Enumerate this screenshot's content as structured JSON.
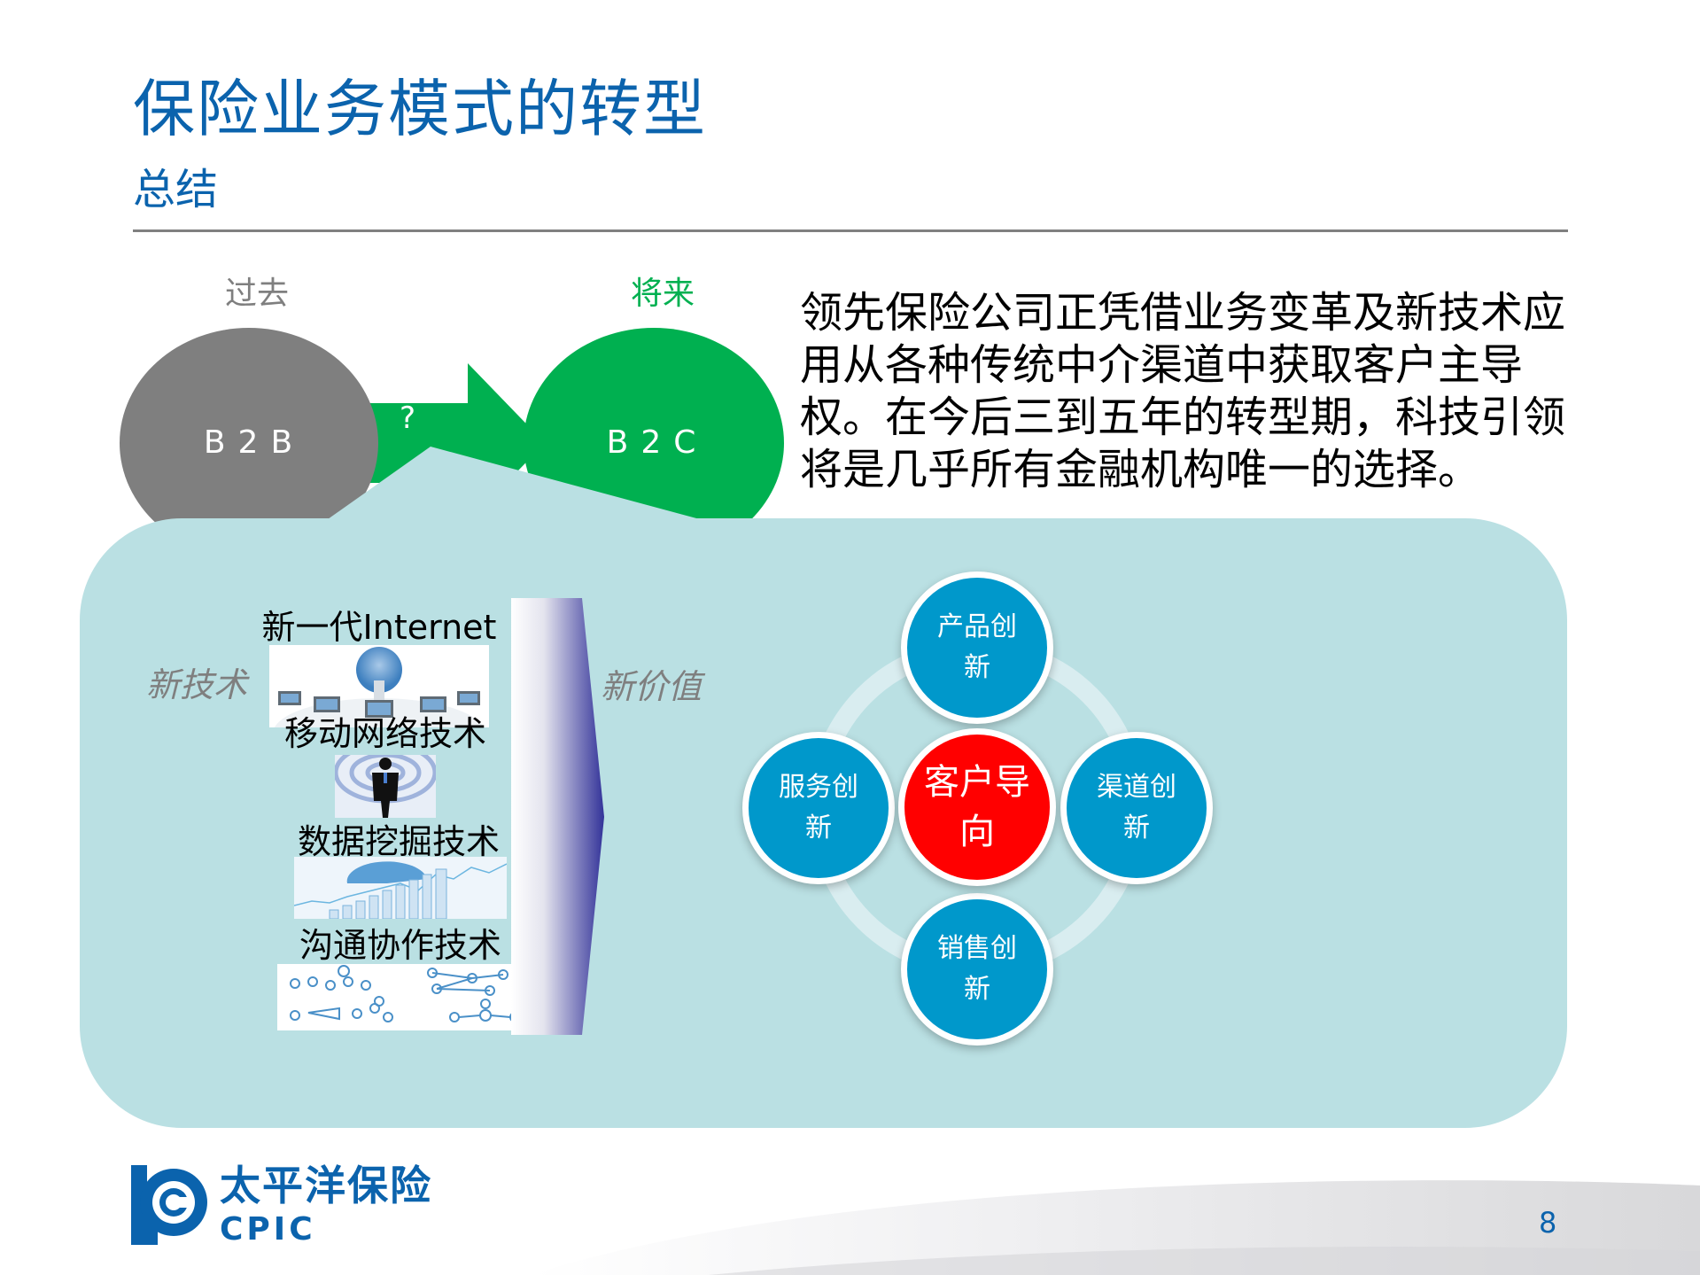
{
  "header": {
    "title": "保险业务模式的转型",
    "subtitle": "总结"
  },
  "transition": {
    "past_label": "过去",
    "future_label": "将来",
    "past_model": "B2B",
    "future_model": "B2C",
    "arrow_text": "?",
    "colors": {
      "past": "#7f7f7f",
      "future": "#00b050"
    }
  },
  "summary_text": "领先保险公司正凭借业务变革及新技术应用从各种传统中介渠道中获取客户主导权。在今后三到五年的转型期，科技引领将是几乎所有金融机构唯一的选择。",
  "panel": {
    "left_label": "新技术",
    "right_label": "新价值",
    "technologies": [
      {
        "label": "新一代Internet",
        "image": "network-globe-image"
      },
      {
        "label": "移动网络技术",
        "image": "mobile-businessman-image"
      },
      {
        "label": "数据挖掘技术",
        "image": "data-chart-image"
      },
      {
        "label": "沟通协作技术",
        "image": "collaboration-network-image"
      }
    ],
    "cycle": {
      "center": {
        "line1": "客户导",
        "line2": "向"
      },
      "nodes": [
        {
          "position": "top",
          "line1": "产品创",
          "line2": "新"
        },
        {
          "position": "right",
          "line1": "渠道创",
          "line2": "新"
        },
        {
          "position": "bottom",
          "line1": "销售创",
          "line2": "新"
        },
        {
          "position": "left",
          "line1": "服务创",
          "line2": "新"
        }
      ],
      "colors": {
        "node": "#0098cb",
        "center": "#ff0000"
      }
    }
  },
  "footer": {
    "logo_cn": "太平洋保险",
    "logo_en": "CPIC",
    "page_number": "8"
  }
}
